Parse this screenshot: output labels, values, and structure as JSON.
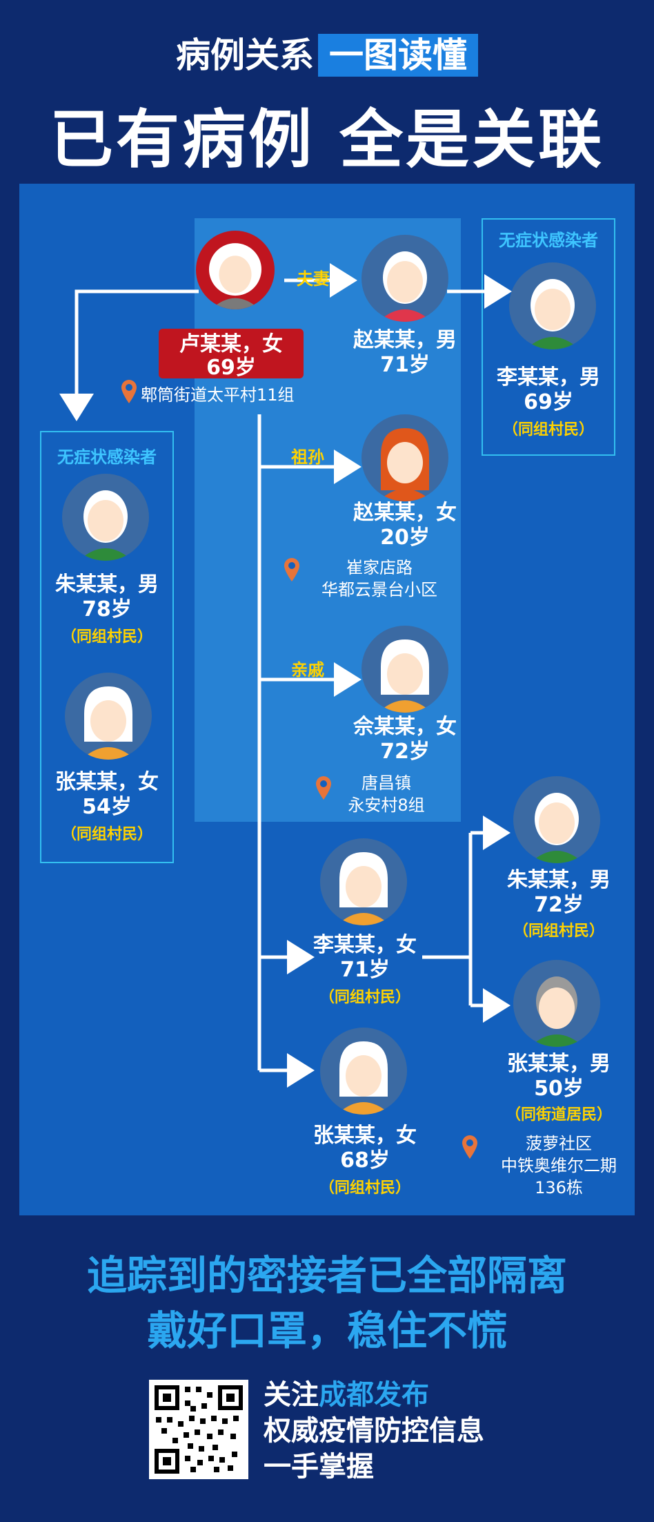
{
  "header": {
    "line1_prefix": "病例关系",
    "line1_highlight": "一图读懂",
    "line2": "已有病例 全是关联"
  },
  "colors": {
    "background": "#0d2a6e",
    "panel": "#1360bd",
    "accent_blue": "#2ba7f0",
    "tag_yellow": "#ffd200",
    "index_red": "#c0151f"
  },
  "diagram": {
    "index_case": {
      "name": "卢某某，女",
      "age": "69岁",
      "address": "郫筒街道太平村11组"
    },
    "relations": {
      "spouse": "夫妻",
      "grandchild": "祖孙",
      "relative": "亲戚"
    },
    "asymptomatic_label": "无症状感染者",
    "people": {
      "zhao_m": {
        "name": "赵某某，男",
        "age": "71岁"
      },
      "li_m": {
        "name": "李某某，男",
        "age": "69岁",
        "tag": "（同组村民）"
      },
      "zhao_f": {
        "name": "赵某某，女",
        "age": "20岁",
        "address1": "崔家店路",
        "address2": "华都云景台小区"
      },
      "she_f": {
        "name": "佘某某，女",
        "age": "72岁",
        "address1": "唐昌镇",
        "address2": "永安村8组"
      },
      "zhu_m78": {
        "name": "朱某某，男",
        "age": "78岁",
        "tag": "（同组村民）"
      },
      "zhang_f54": {
        "name": "张某某，女",
        "age": "54岁",
        "tag": "（同组村民）"
      },
      "li_f71": {
        "name": "李某某，女",
        "age": "71岁",
        "tag": "（同组村民）"
      },
      "zhang_f68": {
        "name": "张某某，女",
        "age": "68岁",
        "tag": "（同组村民）"
      },
      "zhu_m72": {
        "name": "朱某某，男",
        "age": "72岁",
        "tag": "（同组村民）"
      },
      "zhang_m50": {
        "name": "张某某，男",
        "age": "50岁",
        "tag": "（同街道居民）",
        "address1": "菠萝社区",
        "address2": "中铁奥维尔二期",
        "address3": "136栋"
      }
    }
  },
  "footer": {
    "line1": "追踪到的密接者已全部隔离",
    "line2": "戴好口罩，稳住不慌",
    "follow_prefix": "关注",
    "follow_brand": "成都发布",
    "follow_line2": "权威疫情防控信息",
    "follow_line3": "一手掌握"
  }
}
